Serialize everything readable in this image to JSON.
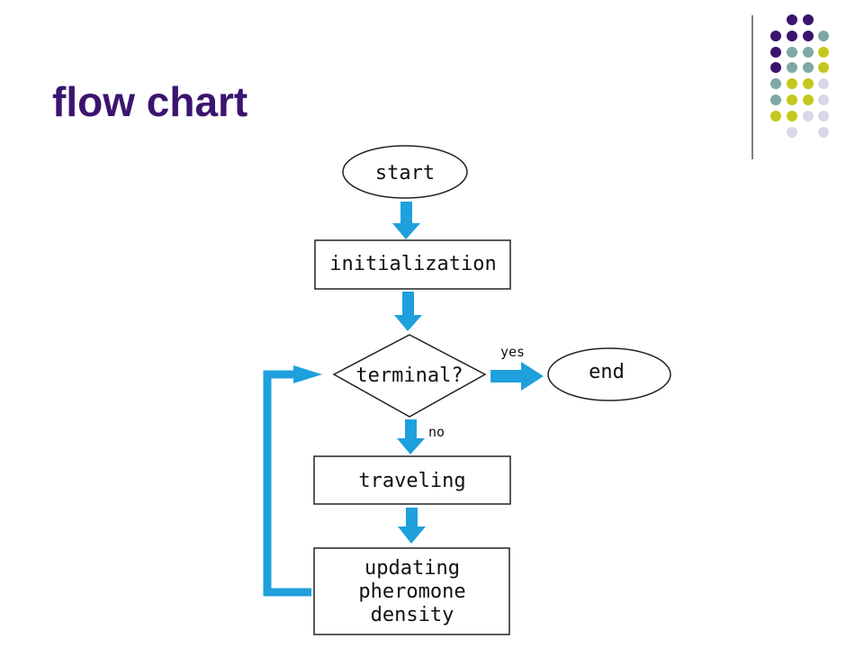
{
  "slide": {
    "title": "flow chart",
    "colors": {
      "title": "#3b1470",
      "arrow": "#1ea0dc",
      "dot_purple": "#3b1470",
      "dot_teal": "#7fa7a3",
      "dot_olive": "#c5c71f",
      "dot_lavender": "#d9d8e8"
    }
  },
  "flowchart": {
    "nodes": {
      "start": "start",
      "init": "initialization",
      "terminal": "terminal?",
      "end": "end",
      "traveling": "traveling",
      "update_line1": "updating",
      "update_line2": "pheromone",
      "update_line3": "density"
    },
    "edges": {
      "yes": "yes",
      "no": "no"
    }
  }
}
